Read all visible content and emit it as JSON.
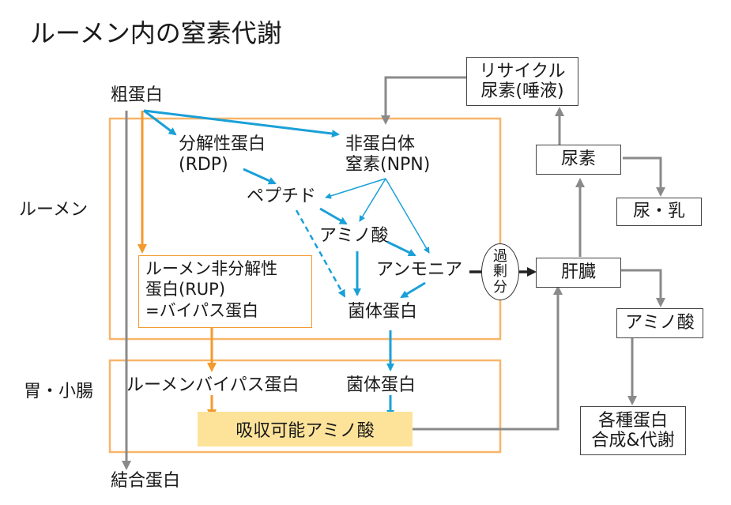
{
  "title": "ルーメン内の窒素代謝",
  "regions": {
    "rumen": "ルーメン",
    "stomach": "胃・小腸"
  },
  "nodes": {
    "crude_protein": "粗蛋白",
    "rdp_line1": "分解性蛋白",
    "rdp_line2": "(RDP)",
    "npn_line1": "非蛋白体",
    "npn_line2": "窒素(NPN)",
    "peptide": "ペプチド",
    "amino_acid": "アミノ酸",
    "ammonia": "アンモニア",
    "microbial_protein": "菌体蛋白",
    "rup_line1": "ルーメン非分解性",
    "rup_line2": "蛋白(RUP)",
    "rup_line3": "=バイパス蛋白",
    "bypass_protein": "ルーメンバイパス蛋白",
    "microbial_protein_gut": "菌体蛋白",
    "absorbable_aa": "吸収可能アミノ酸",
    "bound_protein": "結合蛋白",
    "excess_1": "過",
    "excess_2": "剰",
    "excess_3": "分",
    "liver": "肝臓",
    "urea": "尿素",
    "recycle_line1": "リサイクル",
    "recycle_line2": "尿素(唾液)",
    "urine_milk": "尿・乳",
    "liver_amino_acid": "アミノ酸",
    "synthesis_line1": "各種蛋白",
    "synthesis_line2": "合成&代謝"
  },
  "colors": {
    "orange": "#f39a2c",
    "blue": "#1aa0d8",
    "gray": "#8a8a8a",
    "absorb_fill": "#fde39a",
    "black": "#222222"
  }
}
